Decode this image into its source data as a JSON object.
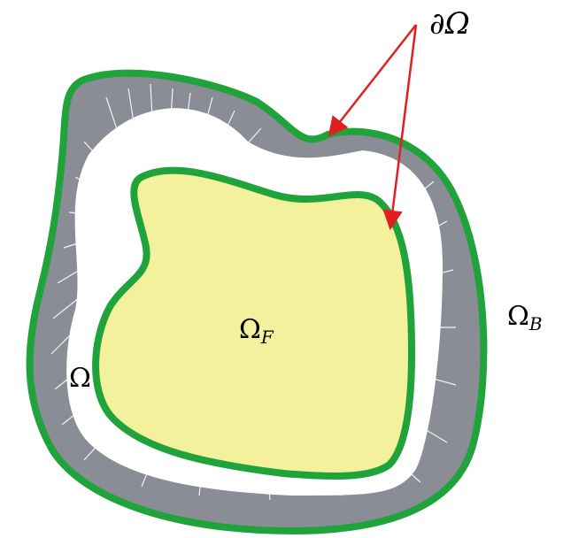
{
  "labels": {
    "boundary": "∂Ω",
    "domain": "Ω",
    "fluid_main": "Ω",
    "fluid_sub": "F",
    "bulk_main": "Ω",
    "bulk_sub": "B"
  },
  "colors": {
    "boundary_stroke": "#1fa33a",
    "outer_band": "#8a8d96",
    "frost": "#ffffff",
    "inner_fill": "#f4f19c",
    "arrow": "#e02020"
  }
}
